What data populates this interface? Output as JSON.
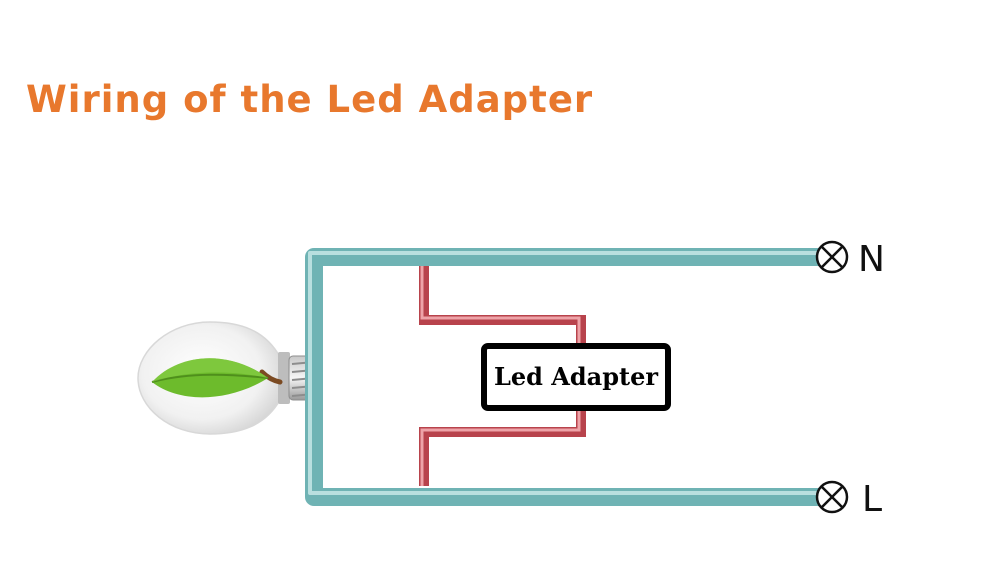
{
  "title": "Wiring of the Led Adapter",
  "adapter": {
    "label": "Led Adapter"
  },
  "terminals": [
    {
      "label": "N"
    },
    {
      "label": "L"
    }
  ],
  "colors": {
    "title": "#e8782d",
    "neutral_wire": "#6fb3b4",
    "neutral_wire_highlight": "#b9dfdf",
    "adapter_wire": "#b8434c",
    "adapter_wire_highlight": "#eea3a8",
    "leaf": "#6dbb2c",
    "adapter_box_border": "#000000"
  },
  "icons": [
    "light-bulb-icon",
    "leaf-icon",
    "terminal-cross-icon"
  ]
}
